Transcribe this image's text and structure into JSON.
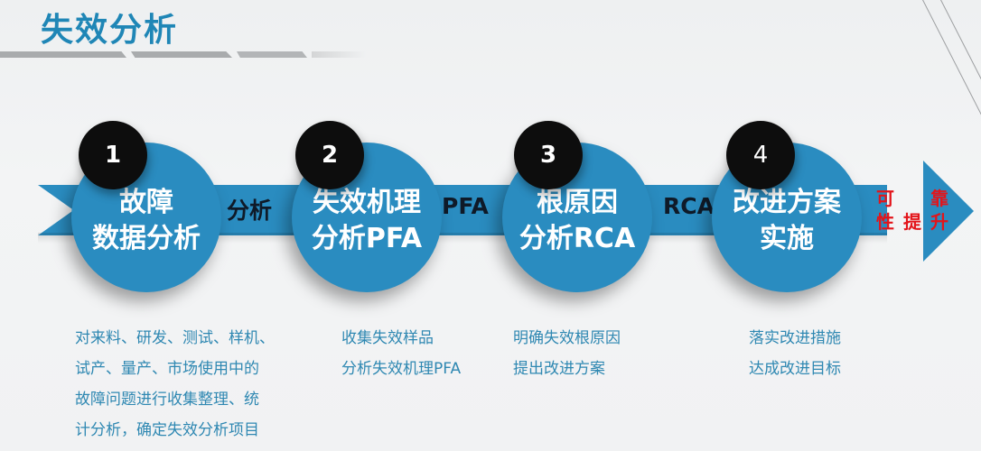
{
  "title": "失效分析",
  "colors": {
    "accent_blue": "#2a8cc0",
    "title_blue": "#1f86b6",
    "badge_black": "#0d0d0d",
    "highlight_red": "#e3141a",
    "description_text": "#2f88b2"
  },
  "steps": [
    {
      "number": "1",
      "line1": "故障",
      "line2": "数据分析",
      "connector": "分析",
      "description": [
        "对来料、研发、测试、样机、",
        "试产、量产、市场使用中的",
        "故障问题进行收集整理、统",
        "计分析，确定失效分析项目"
      ]
    },
    {
      "number": "2",
      "line1": "失效机理",
      "line2": "分析PFA",
      "connector": "PFA",
      "description": [
        "收集失效样品",
        "分析失效机理PFA"
      ]
    },
    {
      "number": "3",
      "line1": "根原因",
      "line2": "分析RCA",
      "connector": "RCA",
      "description": [
        "明确失效根原因",
        "提出改进方案"
      ]
    },
    {
      "number": "4",
      "line1": "改进方案",
      "line2": "实施",
      "description": [
        "落实改进措施",
        "达成改进目标"
      ]
    }
  ],
  "result": {
    "row1": [
      "可",
      "靠"
    ],
    "row2": [
      "性",
      "提",
      "升"
    ]
  }
}
